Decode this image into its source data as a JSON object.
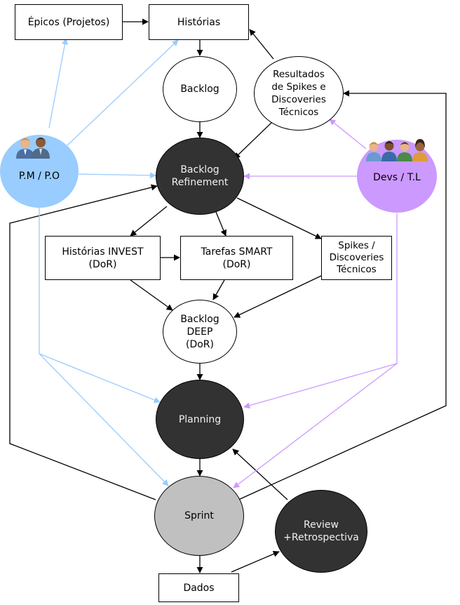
{
  "colors": {
    "black": "#000000",
    "blue_arrow": "#99ccff",
    "purple_arrow": "#cc99ff",
    "dark_node": "#323232",
    "grey_node": "#c0c0c0",
    "po_fill": "#99ccff",
    "devs_fill": "#cc99ff"
  },
  "nodes": {
    "epicos": "Épicos (Projetos)",
    "historias": "Histórias",
    "backlog": "Backlog",
    "resultados": "Resultados\nde Spikes e\nDiscoveries\nTécnicos",
    "po": "P.M / P.O",
    "refinement": "Backlog\nRefinement",
    "devs": "Devs / T.L",
    "invest": "Histórias INVEST\n(DoR)",
    "smart": "Tarefas SMART\n(DoR)",
    "spikes": "Spikes /\nDiscoveries\nTécnicos",
    "deep": "Backlog\nDEEP\n(DoR)",
    "planning": "Planning",
    "sprint": "Sprint",
    "review": "Review\n+Retrospectiva",
    "dados": "Dados"
  },
  "icons": {
    "po_people": "people-group-icon",
    "devs_people": "people-group-icon"
  }
}
